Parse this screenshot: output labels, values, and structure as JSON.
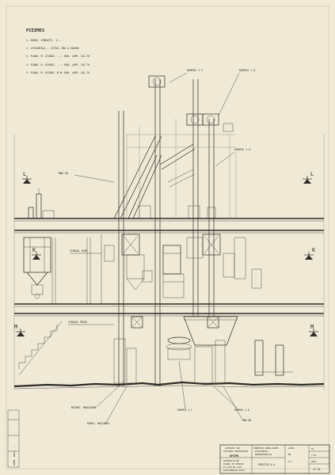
{
  "notes": {
    "title": "PIEZMES",
    "lines": [
      "1. KUBIO. VINDAITI. 1:...",
      "2. LEIVANTALA... KITUA. MAS & KOLMAS",
      "3. PLANA. M. AYSAKS. ...: BAN. LAPK. 101-70",
      "4. PLANA. M. AYSAKS. ...: BAN. LAPK. 101-70",
      "5. PLANA. M. AYSAKS. M-M: BAN. LAPK. 101-70"
    ]
  },
  "sections": [
    {
      "letter": "L"
    },
    {
      "letter": "K"
    },
    {
      "letter": "M"
    }
  ],
  "callouts": {
    "top1": "KORPUS 1.7",
    "top2": "KORPUS 1.8",
    "right1": "KORPUS 1.9",
    "left1": "NNO 00",
    "mid1": "VYBOIAL OXOR",
    "mid2": "VYBOIAL PRIVE",
    "bot1": "BETONI. MAKSIKONE",
    "bot2": "HONSA. MAILANKA",
    "bot3": "KORPUS 1.7",
    "bot4": "KORPUS 1.8",
    "bot5": "NNO 00"
  },
  "left_strip": {
    "text": "KMMM. MAST. ..."
  },
  "title_block": {
    "org1": "LIETUVOS TSR",
    "org2": "STATYBOS MINISTERIJA",
    "org3": "KPIPK",
    "project1": "PANEVĖZIO GRŪDŲ BAZĖS",
    "project2": "ELEVATORIUS",
    "project3": "REKONSTRUKCIJA",
    "desc1": "PAVEIKSLAS NR",
    "desc2": "PLANAS IR PJŪVIAI",
    "desc3": "M 1:100 IR 1:50",
    "desc4": "ELEVATORIAUS DALIS",
    "section": "SEKCIJA A-A",
    "c1": "LAPAS",
    "c2": "NR.",
    "c3": "A4",
    "c4": "3.01",
    "c5": "ARCH.",
    "c6": "A-2",
    "sheet": "17-24"
  }
}
